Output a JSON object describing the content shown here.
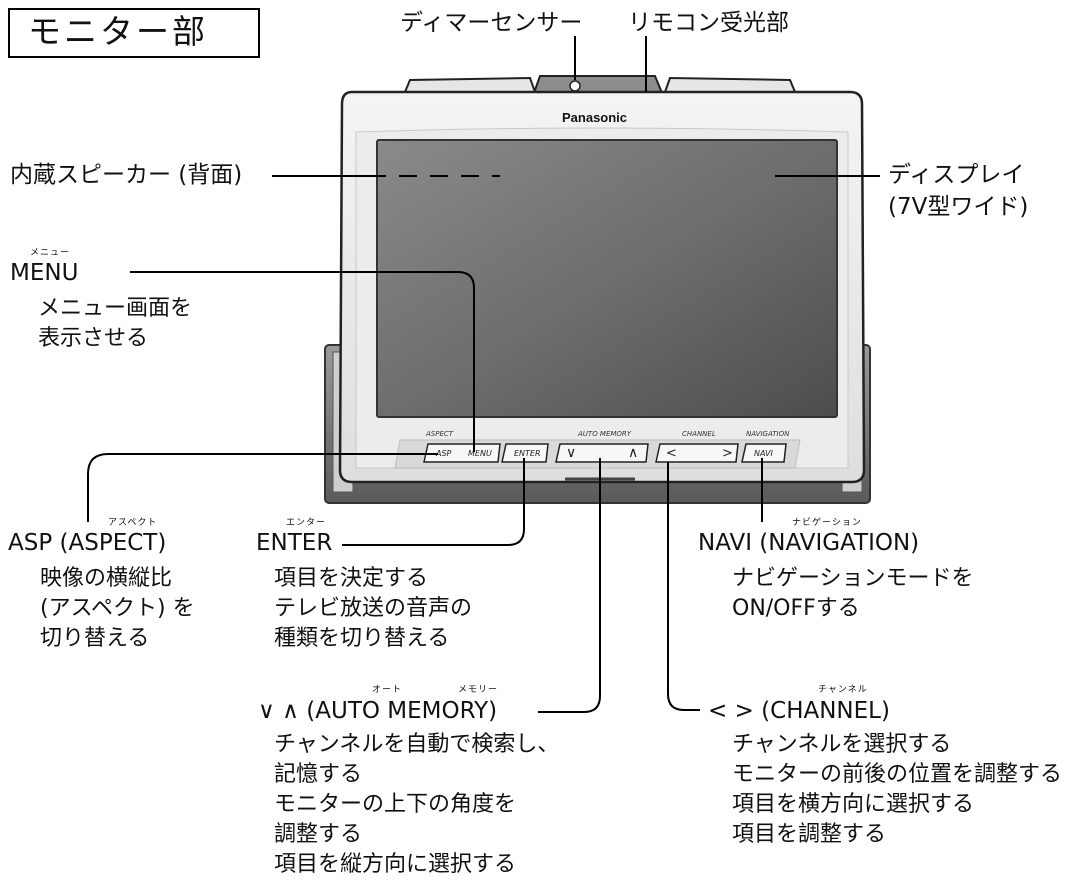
{
  "title": "モニター部",
  "top_labels": {
    "dimmer_sensor": "ディマーセンサー",
    "remote_receiver": "リモコン受光部"
  },
  "monitor": {
    "brand": "Panasonic",
    "button_captions": {
      "aspect": "ASPECT",
      "auto_memory": "AUTO MEMORY",
      "channel": "CHANNEL",
      "navigation": "NAVIGATION"
    },
    "buttons": {
      "asp": "ASP",
      "menu": "MENU",
      "enter": "ENTER",
      "down": "∨",
      "up": "∧",
      "left": "<",
      "right": ">",
      "navi": "NAVI"
    }
  },
  "labels": {
    "speaker": "内蔵スピーカー (背面)",
    "display_line1": "ディスプレイ",
    "display_line2": "(7V型ワイド)",
    "menu": {
      "ruby": "メニュー",
      "name": "MENU",
      "desc": [
        "メニュー画面を",
        "表示させる"
      ]
    },
    "asp": {
      "ruby": "アスペクト",
      "name": "ASP (ASPECT)",
      "desc": [
        "映像の横縦比",
        "(アスペクト) を",
        "切り替える"
      ]
    },
    "enter": {
      "ruby": "エンター",
      "name": "ENTER",
      "desc": [
        "項目を決定する",
        "テレビ放送の音声の",
        "種類を切り替える"
      ]
    },
    "navi": {
      "ruby": "ナビゲーション",
      "name": "NAVI (NAVIGATION)",
      "desc": [
        "ナビゲーションモードを",
        "ON/OFFする"
      ]
    },
    "auto_memory": {
      "ruby_auto": "オート",
      "ruby_memory": "メモリー",
      "name": "∨ ∧ (AUTO MEMORY)",
      "desc": [
        "チャンネルを自動で検索し、",
        "記憶する",
        "モニターの上下の角度を",
        "調整する",
        "項目を縦方向に選択する"
      ]
    },
    "channel": {
      "ruby": "チャンネル",
      "name": "< > (CHANNEL)",
      "desc": [
        "チャンネルを選択する",
        "モニターの前後の位置を調整する",
        "項目を横方向に選択する",
        "項目を調整する"
      ]
    }
  }
}
